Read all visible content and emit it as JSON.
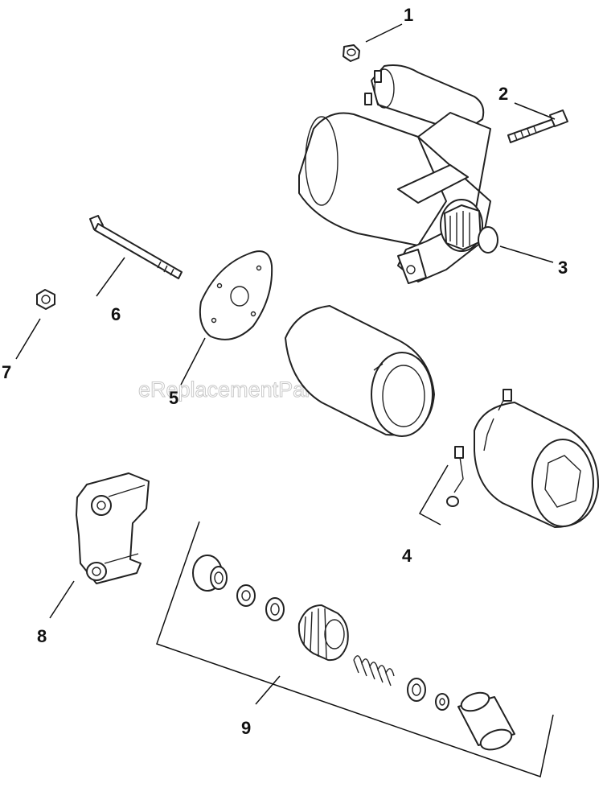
{
  "watermark": "eReplacementParts.com",
  "callouts": {
    "c1": "1",
    "c2": "2",
    "c3": "3",
    "c4": "4",
    "c5": "5",
    "c6": "6",
    "c7": "7",
    "c8": "8",
    "c9": "9"
  },
  "parts": [
    {
      "callout": "1",
      "name": "nut"
    },
    {
      "callout": "2",
      "name": "bolt"
    },
    {
      "callout": "3",
      "name": "starter-motor"
    },
    {
      "callout": "4",
      "name": "armature-brush-assembly"
    },
    {
      "callout": "5",
      "name": "end-plate"
    },
    {
      "callout": "6",
      "name": "through-bolt"
    },
    {
      "callout": "7",
      "name": "nut"
    },
    {
      "callout": "8",
      "name": "drive-end-cap"
    },
    {
      "callout": "9",
      "name": "drive-kit"
    }
  ]
}
